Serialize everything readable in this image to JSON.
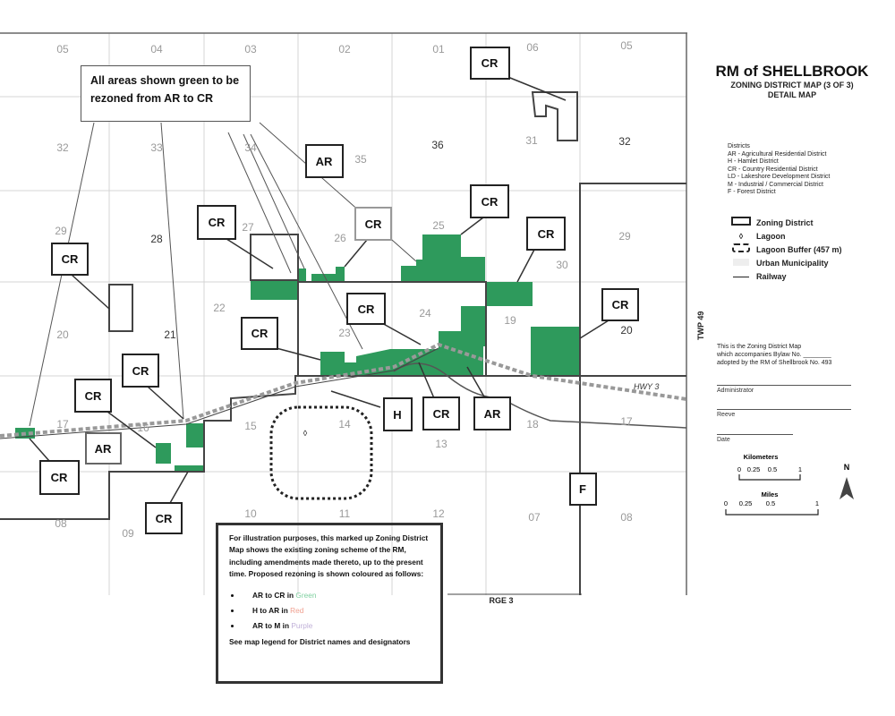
{
  "header": {
    "title": "RM of SHELLBROOK",
    "subtitle_1": "ZONING DISTRICT MAP (3 OF 3)",
    "subtitle_2": "DETAIL MAP"
  },
  "districts": {
    "heading": "Districts",
    "items": [
      "AR - Agricultural Residential District",
      "H - Hamlet District",
      "CR - Country Residential District",
      "LD - Lakeshore Development District",
      "M - Industrial / Commercial District",
      "F - Forest District"
    ]
  },
  "legend": [
    {
      "icon": "zoning-district-box",
      "label": "Zoning District"
    },
    {
      "icon": "lagoon-diamond",
      "label": "Lagoon"
    },
    {
      "icon": "lagoon-buffer-dashed",
      "label": "Lagoon Buffer (457 m)"
    },
    {
      "icon": "urban-municipality-fill",
      "label": "Urban Municipality"
    },
    {
      "icon": "railway-line",
      "label": "Railway"
    }
  ],
  "adoption": {
    "text_1": "This is the Zoning District Map",
    "text_2": "which accompanies Bylaw No. ________",
    "text_3": "adopted by the RM of Shellbrook No. 493",
    "administrator": "Administrator",
    "reeve": "Reeve",
    "date": "Date"
  },
  "scale": {
    "km_label": "Kilometers",
    "km_ticks": [
      "0",
      "0.25",
      "0.5",
      "1"
    ],
    "mi_label": "Miles",
    "mi_ticks": [
      "0",
      "0.25",
      "0.5",
      "1"
    ],
    "north": "N"
  },
  "map": {
    "township": "TWP 49",
    "range": "RGE 3",
    "highway": "HWY 3",
    "sections": [
      [
        "05",
        "04",
        "03",
        "02",
        "01",
        "06",
        "05"
      ],
      [
        "32",
        "33",
        "34",
        "35",
        "36",
        "31",
        "32"
      ],
      [
        "29",
        "28",
        "27",
        "26",
        "25",
        "30",
        "29"
      ],
      [
        "20",
        "21",
        "22",
        "23",
        "24",
        "19",
        "20"
      ],
      [
        "17",
        "16",
        "15",
        "14",
        "13",
        "18",
        "17"
      ],
      [
        "08",
        "09",
        "10",
        "11",
        "12",
        "07",
        "08"
      ]
    ],
    "green_callout": "All areas shown green to be rezoned from AR to CR",
    "callouts": [
      "CR",
      "AR",
      "CR",
      "CR",
      "CR",
      "CR",
      "CR",
      "CR",
      "CR",
      "CR",
      "CR",
      "CR",
      "AR",
      "CR",
      "CR",
      "H",
      "CR",
      "AR",
      "F"
    ],
    "green_color": "#2e9a5c"
  },
  "note": {
    "text": "For illustration purposes, this marked up Zoning District Map shows the existing zoning scheme of the RM, including amendments made thereto, up to the present time. Proposed rezoning is shown coloured as follows:",
    "items": [
      {
        "prefix": "AR to CR in ",
        "color_word": "Green",
        "color": "#7fd0a0"
      },
      {
        "prefix": "H to AR in ",
        "color_word": "Red",
        "color": "#f0a090"
      },
      {
        "prefix": "AR to M in ",
        "color_word": "Purple",
        "color": "#c0b0d8"
      }
    ],
    "footer": "See map legend for District names and designators"
  }
}
